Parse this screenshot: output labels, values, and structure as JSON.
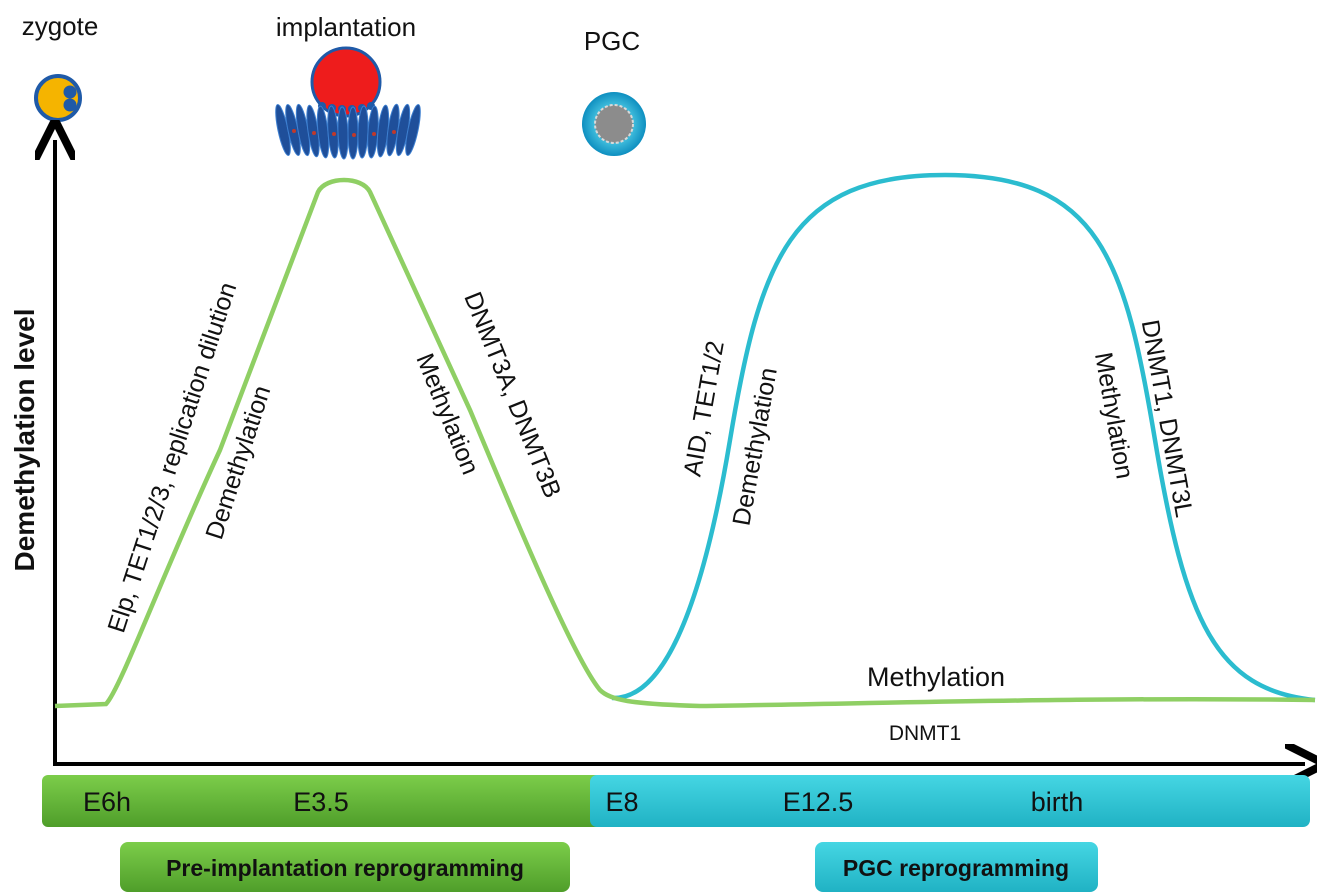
{
  "stages": {
    "zygote": "zygote",
    "implantation": "implantation",
    "pgc": "PGC"
  },
  "axis": {
    "y_label": "Demethylation level"
  },
  "curve_labels": {
    "pre_demeth_enzymes": "Elp, TET1/2/3, replication dilution",
    "pre_demeth": "Demethylation",
    "pre_meth": "Methylation",
    "pre_meth_enzymes": "DNMT3A, DNMT3B",
    "pgc_demeth_enzymes": "AID, TET1/2",
    "pgc_demeth": "Demethylation",
    "pgc_meth": "Methylation",
    "pgc_meth_enzymes": "DNMT1, DNMT3L",
    "maint_meth": "Methylation",
    "maint_enzyme": "DNMT1"
  },
  "timeline": {
    "e6h": "E6h",
    "e35": "E3.5",
    "e8": "E8",
    "e125": "E12.5",
    "birth": "birth"
  },
  "phases": {
    "pre": "Pre-implantation  reprogramming",
    "pgc": "PGC reprogramming"
  },
  "colors": {
    "green_curve": "#8fcf64",
    "cyan_curve": "#2bbccf",
    "green_bar": "#6bbd3c",
    "cyan_bar": "#33c7d6",
    "zygote_fill": "#f5b400",
    "blue": "#1f5aa8",
    "embryo_red": "#ee1c1c"
  }
}
